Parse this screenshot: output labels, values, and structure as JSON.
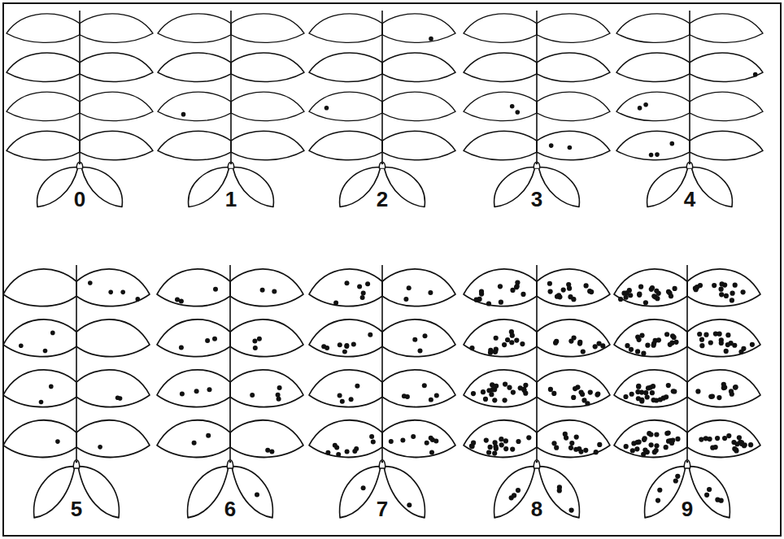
{
  "diagram": {
    "labels": [
      "0",
      "1",
      "2",
      "3",
      "4",
      "5",
      "6",
      "7",
      "8",
      "9"
    ]
  }
}
